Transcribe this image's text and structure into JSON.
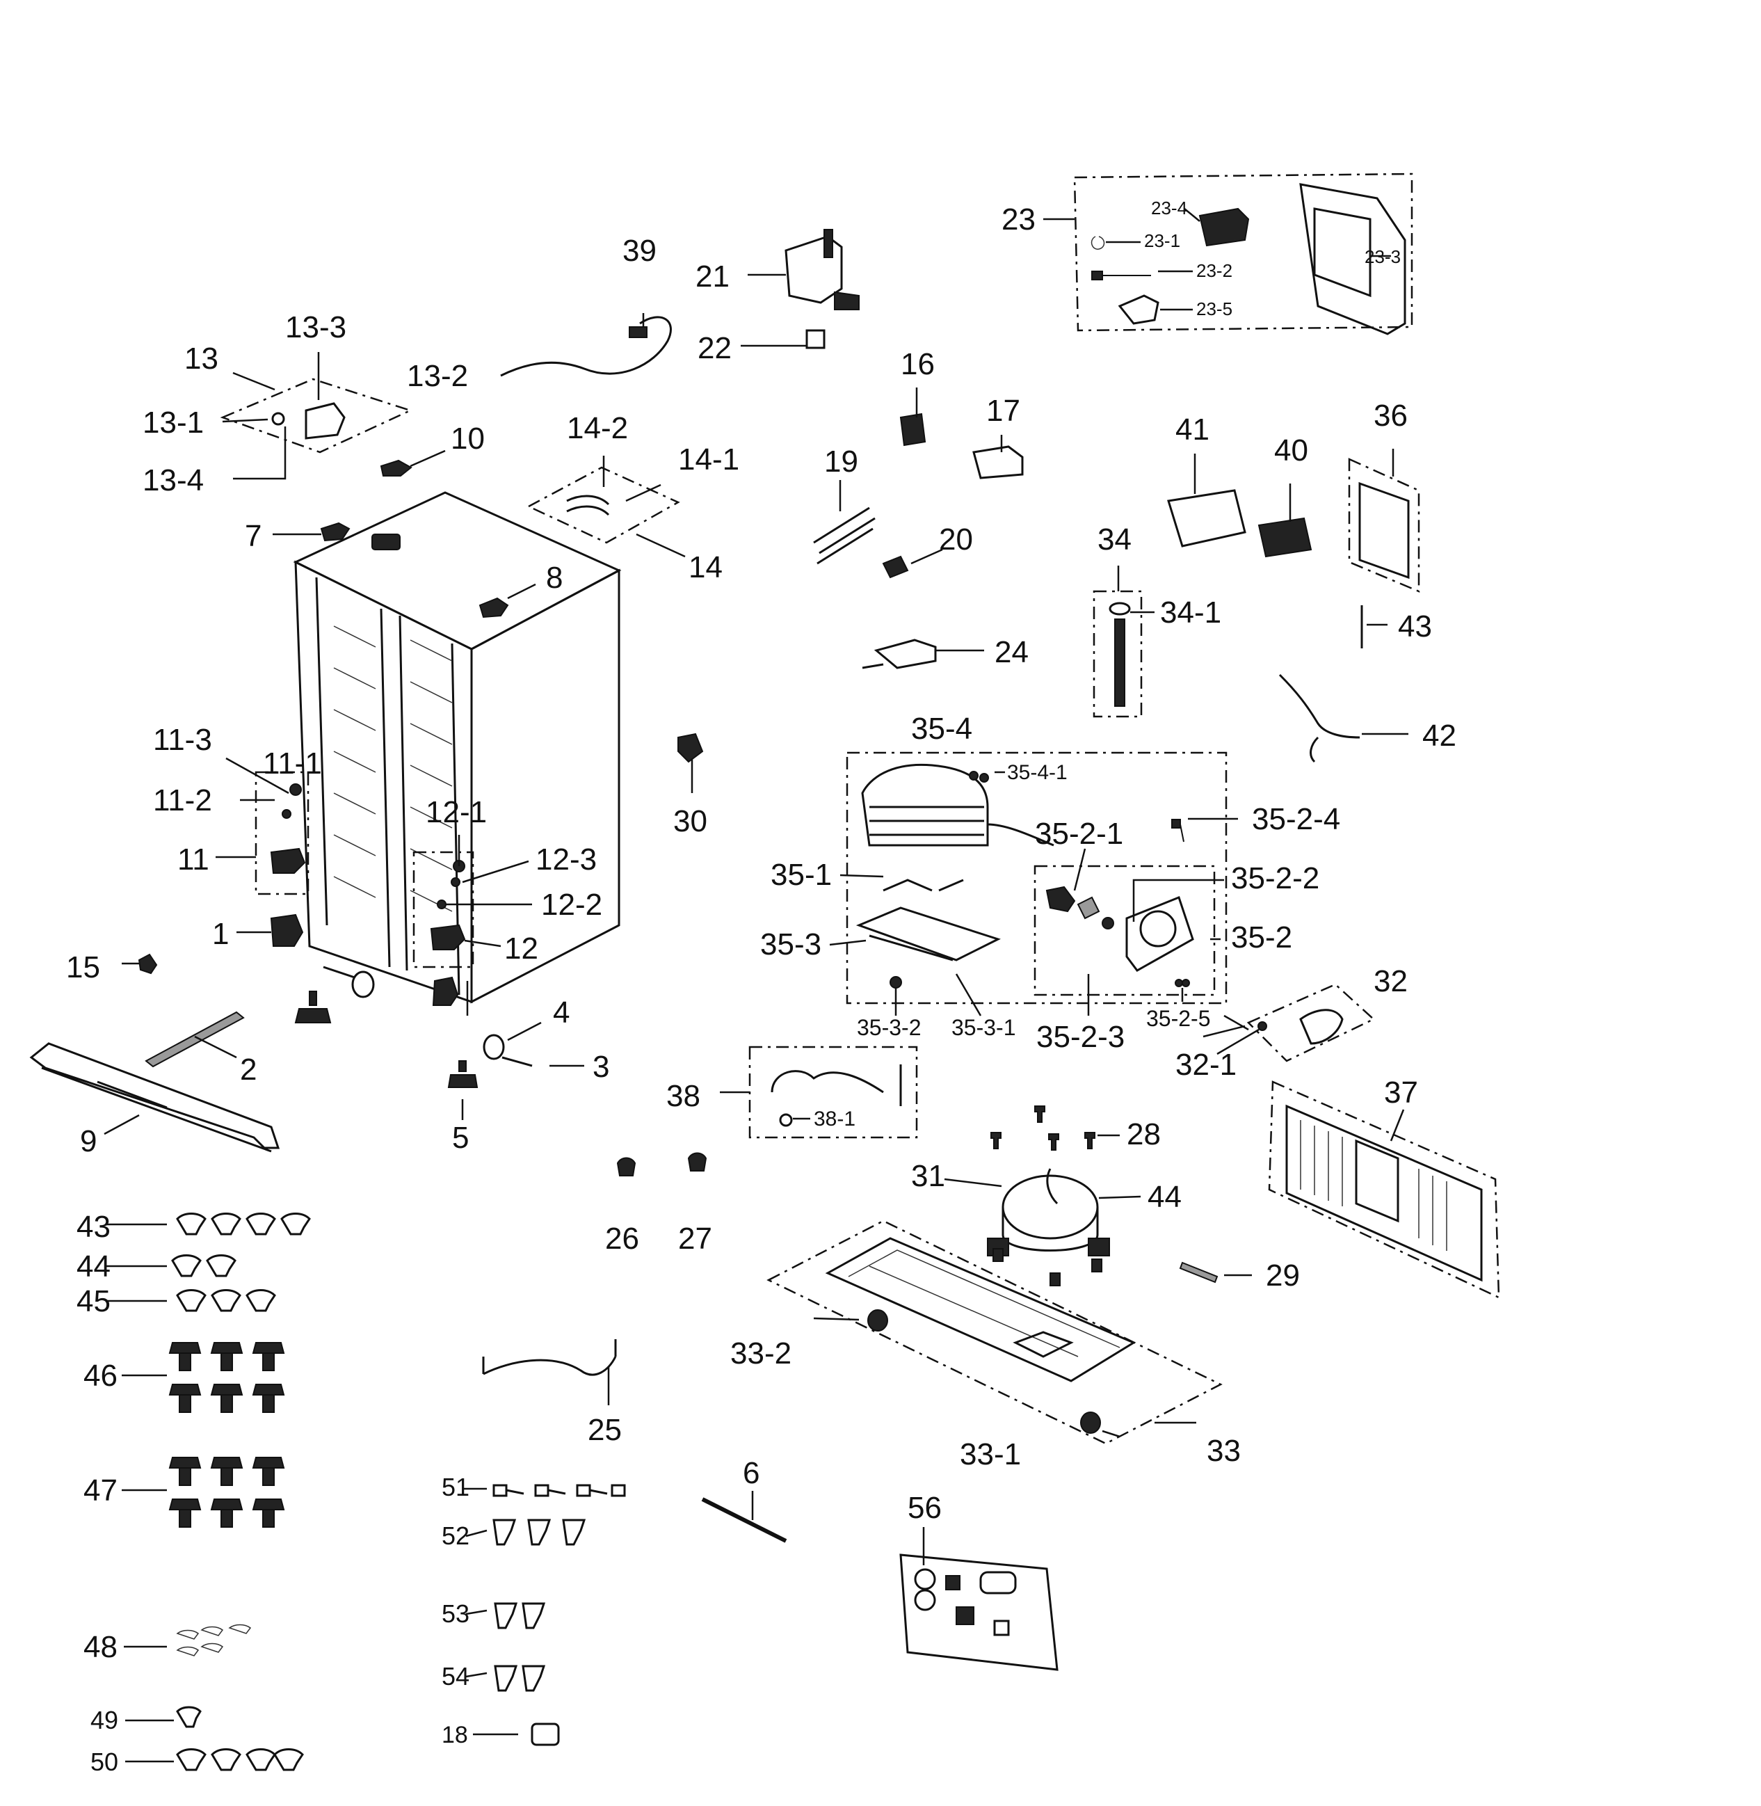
{
  "labels": {
    "l1": "1",
    "l2": "2",
    "l3": "3",
    "l4": "4",
    "l5": "5",
    "l6": "6",
    "l7": "7",
    "l8": "8",
    "l9": "9",
    "l10": "10",
    "l11": "11",
    "l11_1": "11-1",
    "l11_2": "11-2",
    "l11_3": "11-3",
    "l12": "12",
    "l12_1": "12-1",
    "l12_2": "12-2",
    "l12_3": "12-3",
    "l13": "13",
    "l13_1": "13-1",
    "l13_2": "13-2",
    "l13_3": "13-3",
    "l13_4": "13-4",
    "l14": "14",
    "l14_1": "14-1",
    "l14_2": "14-2",
    "l15": "15",
    "l16": "16",
    "l17": "17",
    "l18": "18",
    "l19": "19",
    "l20": "20",
    "l21": "21",
    "l22": "22",
    "l23": "23",
    "l23_1": "23-1",
    "l23_2": "23-2",
    "l23_3": "23-3",
    "l23_4": "23-4",
    "l23_5": "23-5",
    "l24": "24",
    "l25": "25",
    "l26": "26",
    "l27": "27",
    "l28": "28",
    "l29": "29",
    "l30": "30",
    "l31": "31",
    "l32": "32",
    "l32_1": "32-1",
    "l33": "33",
    "l33_1": "33-1",
    "l33_2": "33-2",
    "l34": "34",
    "l34_1": "34-1",
    "l35_1": "35-1",
    "l35_2": "35-2",
    "l35_2_1": "35-2-1",
    "l35_2_2": "35-2-2",
    "l35_2_3": "35-2-3",
    "l35_2_4": "35-2-4",
    "l35_2_5": "35-2-5",
    "l35_3": "35-3",
    "l35_3_1": "35-3-1",
    "l35_3_2": "35-3-2",
    "l35_4": "35-4",
    "l35_4_1": "35-4-1",
    "l36": "36",
    "l37": "37",
    "l38": "38",
    "l38_1": "38-1",
    "l39": "39",
    "l40": "40",
    "l41": "41",
    "l42": "42",
    "l43": "43",
    "l43b": "43",
    "l44": "44",
    "l44b": "44",
    "l45": "45",
    "l46": "46",
    "l47": "47",
    "l48": "48",
    "l49": "49",
    "l50": "50",
    "l51": "51",
    "l52": "52",
    "l53": "53",
    "l54": "54",
    "l56": "56"
  }
}
